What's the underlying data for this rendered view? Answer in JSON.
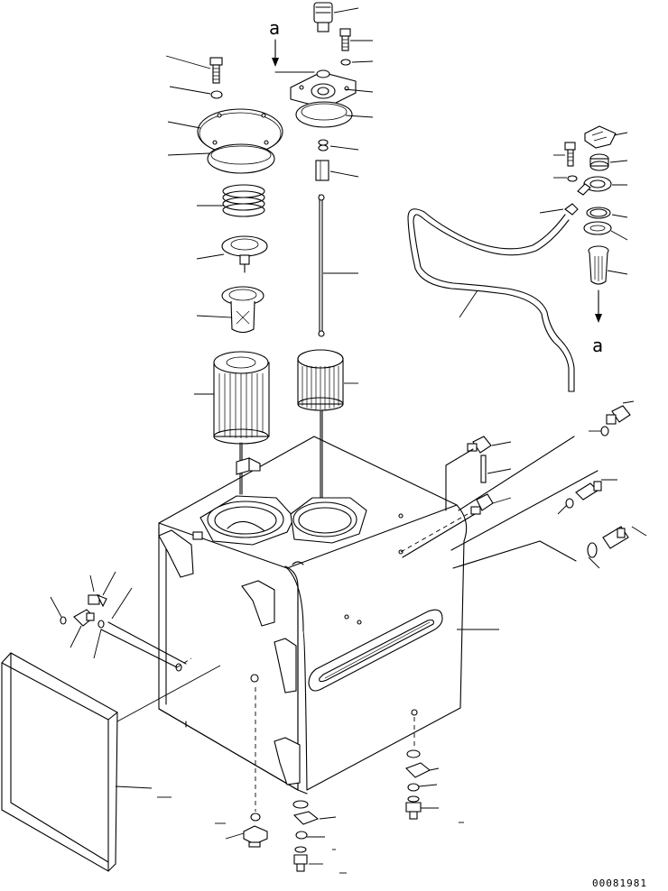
{
  "diagram": {
    "reference_labels": {
      "top_left": "a",
      "right": "a"
    },
    "drawing_number": "00081981"
  }
}
